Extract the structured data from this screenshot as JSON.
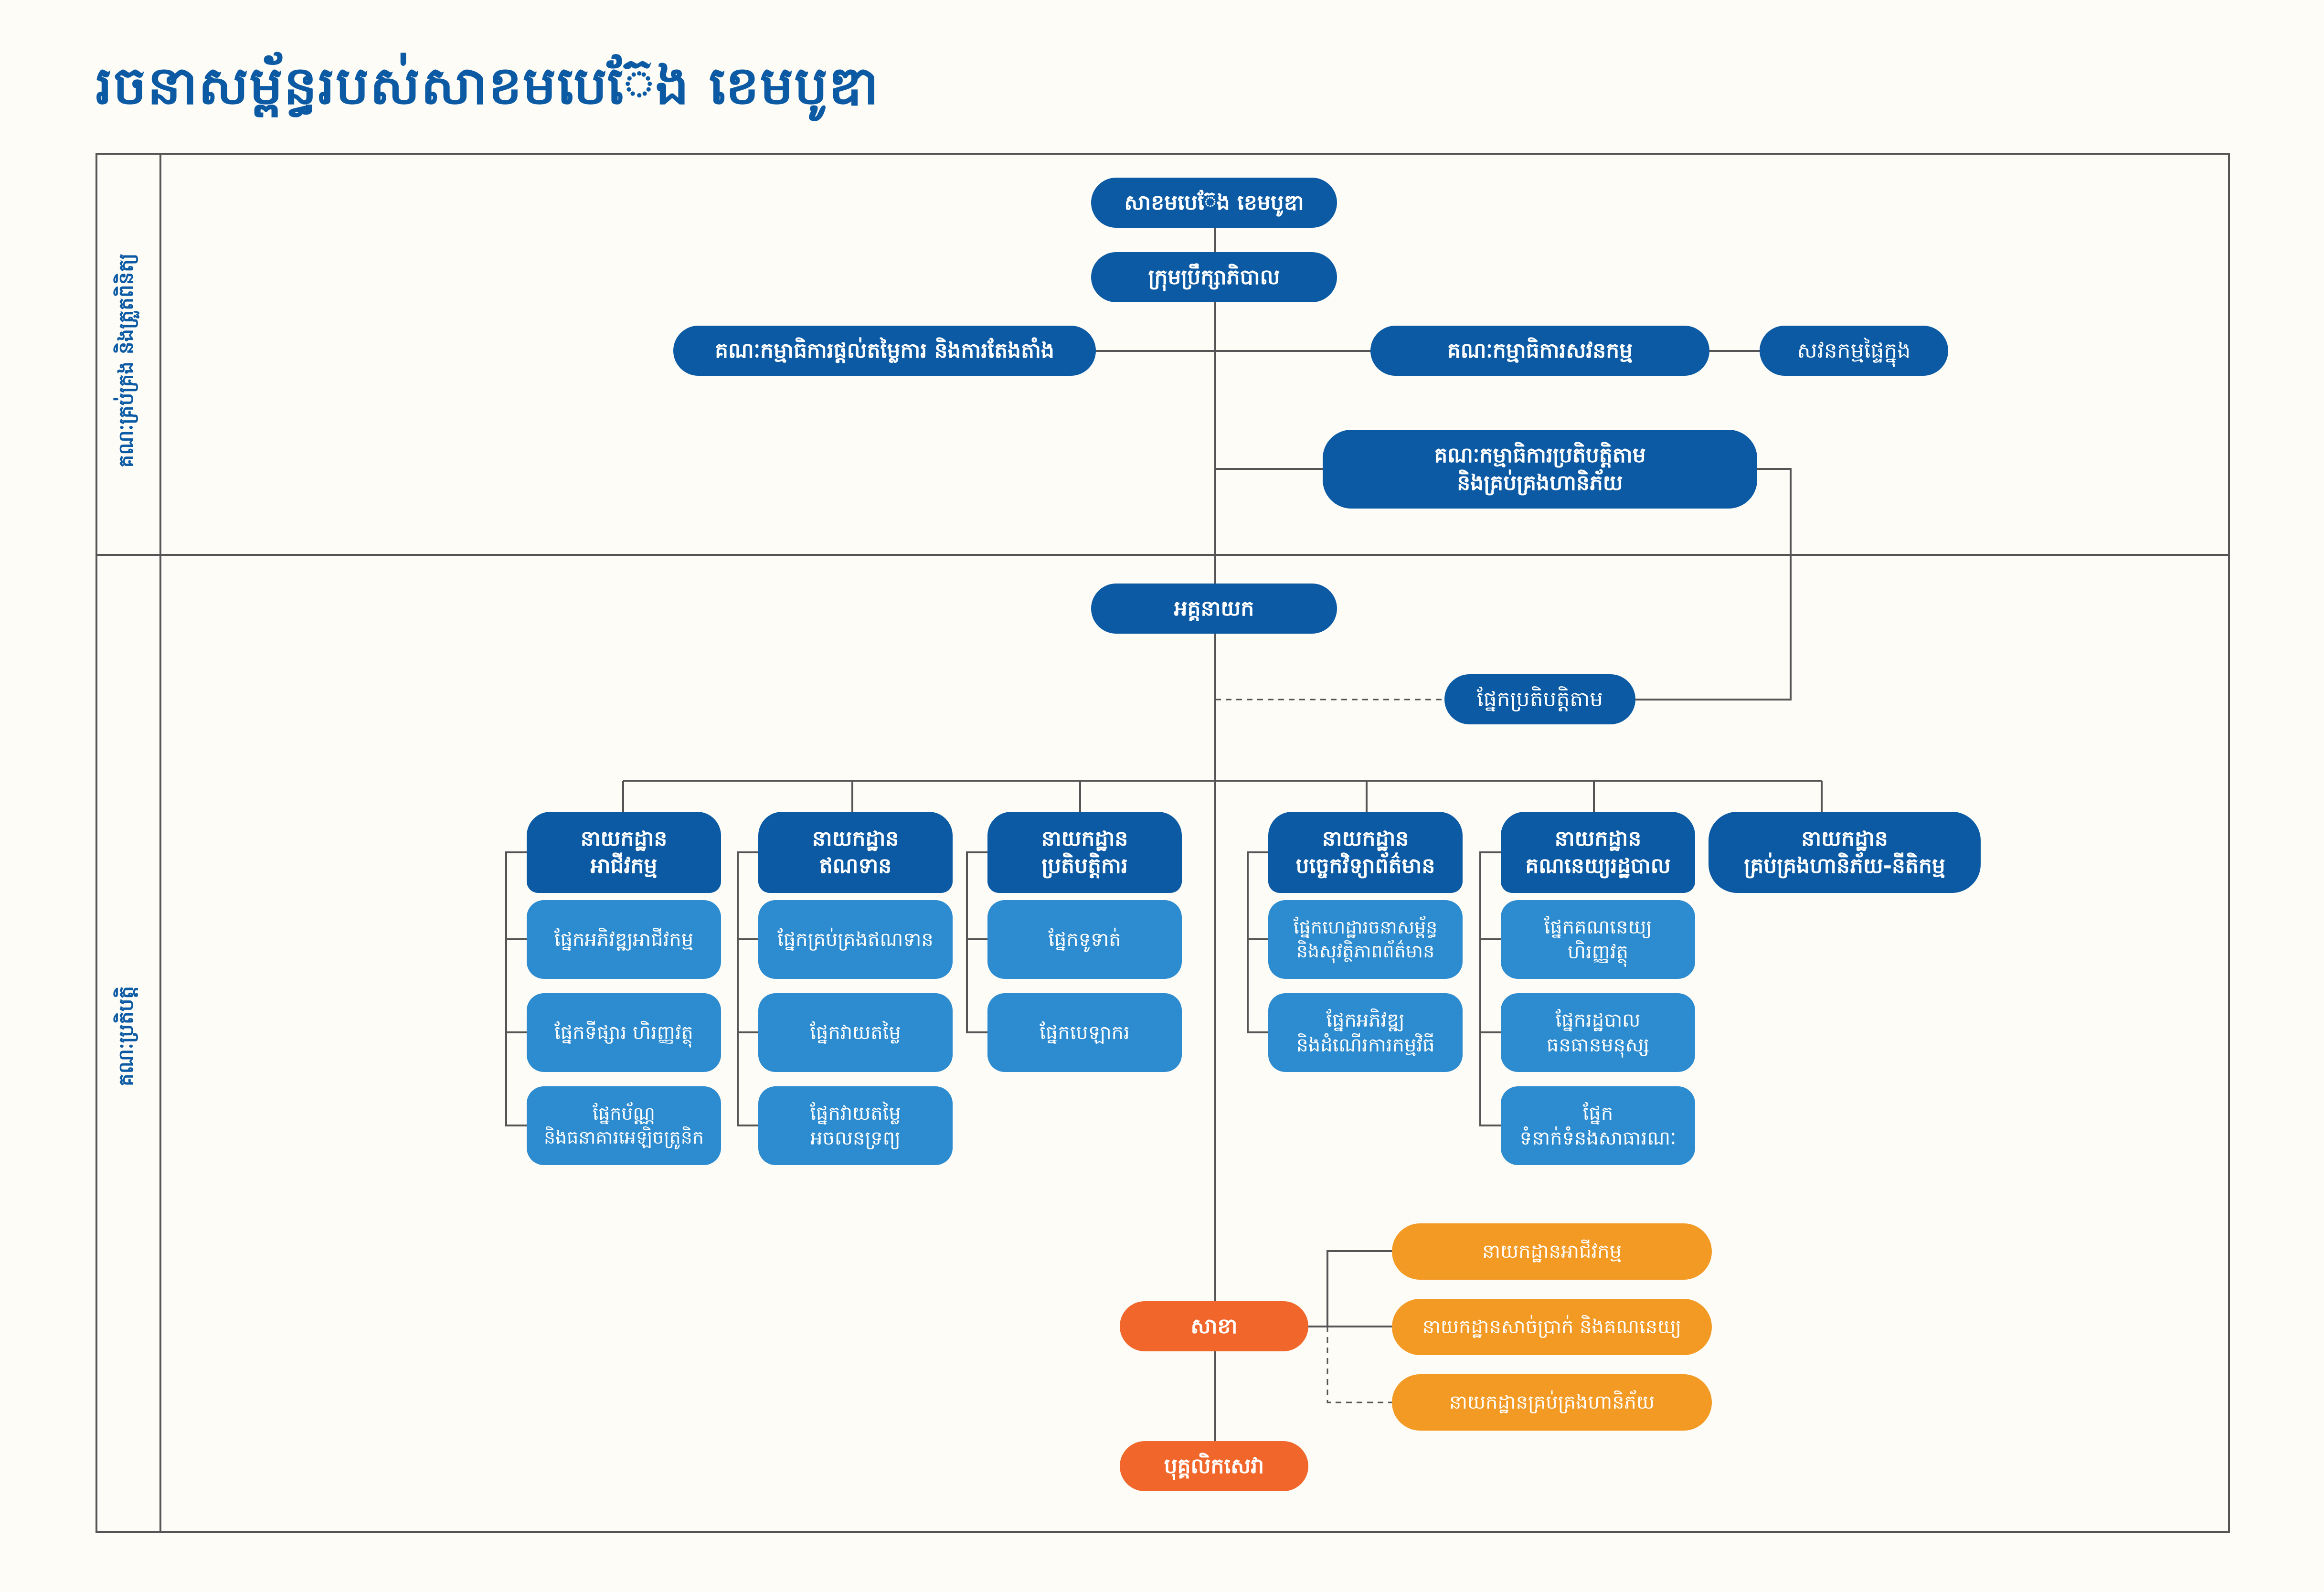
{
  "title": "រចនាសម្ព័ន្ធរបស់សាខមបេ៊ែង ខេមបូឌា",
  "bands": {
    "governance": "គណៈគ្រប់គ្រង និងត្រួតពិនិត្យ",
    "executive": "គណៈប្រតិបត្តិ"
  },
  "governance": {
    "company": "សាខមបេ៊ែង ខេមបូឌា",
    "board": "ក្រុមប្រឹក្សាភិបាល",
    "nomination_committee": "គណៈកម្មាធិការផ្តល់តម្លៃការ និងការតែងតាំង",
    "audit_committee": "គណៈកម្មាធិការសវនកម្ម",
    "internal_audit": "សវនកម្មផ្ទៃក្នុង",
    "risk_committee": "គណៈកម្មាធិការប្រតិបត្តិតាម\nនិងគ្រប់គ្រងហានិភ័យ"
  },
  "executive": {
    "ceo": "អគ្គនាយក",
    "compliance": "ផ្នែកប្រតិបត្តិតាម",
    "departments": [
      {
        "head": "នាយកដ្ឋាន\nអាជីវកម្ម",
        "units": [
          "ផ្នែកអភិវឌ្ឍអាជីវកម្ម",
          "ផ្នែកទីផ្សារ ហិរញ្ញវត្ថុ",
          "ផ្នែកប័ណ្ណ\nនិងធនាគារអេឡិចត្រូនិក"
        ]
      },
      {
        "head": "នាយកដ្ឋាន\nឥណទាន",
        "units": [
          "ផ្នែកគ្រប់គ្រងឥណទាន",
          "ផ្នែកវាយតម្លៃ",
          "ផ្នែកវាយតម្លៃ\nអចលនទ្រព្យ"
        ]
      },
      {
        "head": "នាយកដ្ឋាន\nប្រតិបត្តិការ",
        "units": [
          "ផ្នែកទូទាត់",
          "ផ្នែកបេឡាករ"
        ]
      },
      {
        "head": "នាយកដ្ឋាន\nបច្ចេកវិទ្យាព័ត៌មាន",
        "units": [
          "ផ្នែកហេដ្ឋារចនាសម្ព័ន្ធ\nនិងសុវត្ថិភាពព័ត៌មាន",
          "ផ្នែកអភិវឌ្ឍ\nនិងដំណើរការកម្មវិធី"
        ]
      },
      {
        "head": "នាយកដ្ឋាន\nគណនេយ្យរដ្ឋបាល",
        "units": [
          "ផ្នែកគណនេយ្យ\nហិរញ្ញវត្ថុ",
          "ផ្នែករដ្ឋបាល\nធនធានមនុស្ស",
          "ផ្នែក\nទំនាក់ទំនងសាធារណៈ"
        ]
      },
      {
        "head": "នាយកដ្ឋាន\nគ្រប់គ្រងហានិភ័យ-នីតិកម្ម",
        "units": []
      }
    ],
    "branch": "សាខា",
    "branch_departments": [
      "នាយកដ្ឋានអាជីវកម្ម",
      "នាយកដ្ឋានសាច់ប្រាក់ និងគណនេយ្យ",
      "នាយកដ្ឋានគ្រប់គ្រងហានិភ័យ"
    ],
    "service_officer": "បុគ្គលិកសេវា"
  },
  "colors": {
    "dark_blue": "#0b5aa3",
    "light_blue": "#2d8bcf",
    "orange": "#f1662a",
    "amber": "#f39a24",
    "line": "#555555",
    "background": "#fdfcf7"
  }
}
